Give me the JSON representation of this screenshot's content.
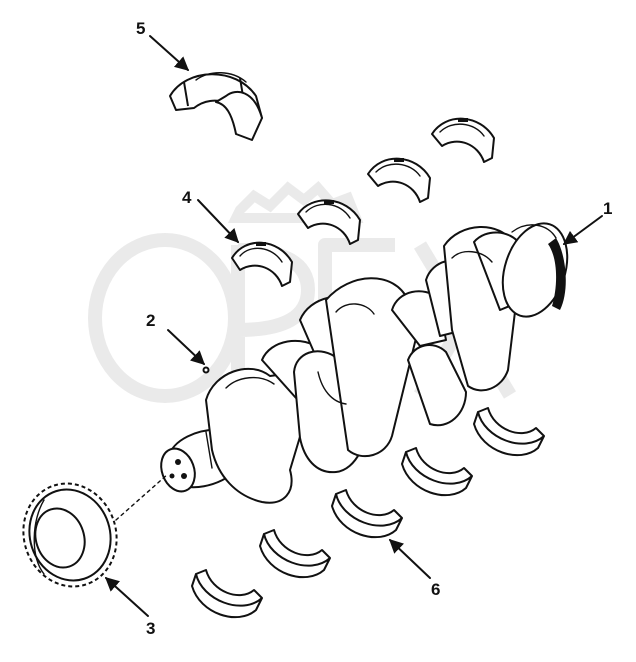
{
  "diagram": {
    "callouts": [
      {
        "id": "1",
        "label": "1"
      },
      {
        "id": "2",
        "label": "2"
      },
      {
        "id": "3",
        "label": "3"
      },
      {
        "id": "4",
        "label": "4"
      },
      {
        "id": "5",
        "label": "5"
      },
      {
        "id": "6",
        "label": "6"
      }
    ],
    "watermark": {
      "text": "OPEX"
    },
    "colors": {
      "ink": "#111111",
      "watermark": "#d9d9d9",
      "background": "#ffffff"
    }
  }
}
